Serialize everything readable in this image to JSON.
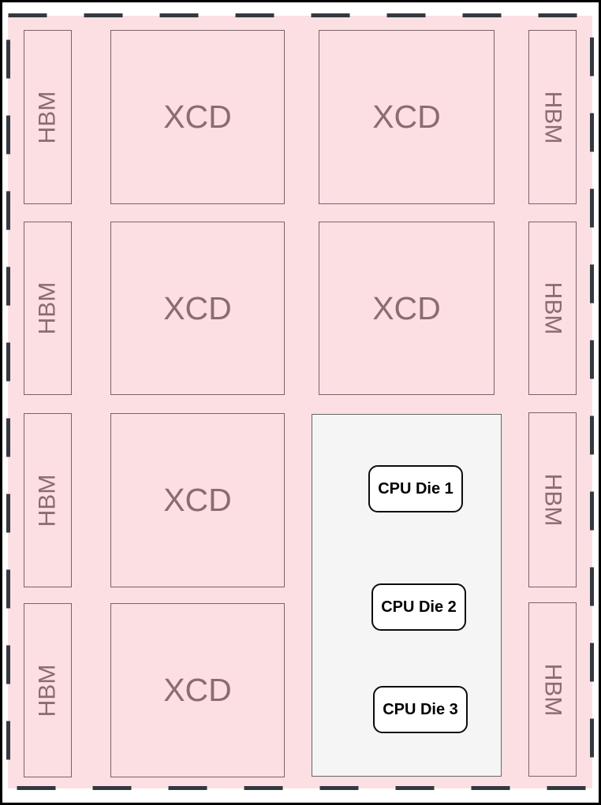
{
  "diagram": {
    "kind": "chip-package-layout",
    "labels": {
      "hbm": "HBM",
      "xcd": "XCD"
    },
    "cpu_dies": [
      "CPU Die 1",
      "CPU Die 2",
      "CPU Die 3"
    ],
    "counts": {
      "hbm_blocks": 8,
      "xcd_blocks": 6,
      "cpu_dies": 3
    },
    "colors": {
      "package_fill": "#fcdfe3",
      "package_dashed_outline": "#333941",
      "block_border": "#7a6266",
      "block_text": "#8b6d71",
      "cpu_region_fill": "#f5f5f5",
      "cpu_region_border": "#666666",
      "cpu_die_fill": "#ffffff",
      "cpu_die_border": "#0d0d0d",
      "cpu_die_text": "#000000",
      "outer_frame": "#000000"
    }
  }
}
